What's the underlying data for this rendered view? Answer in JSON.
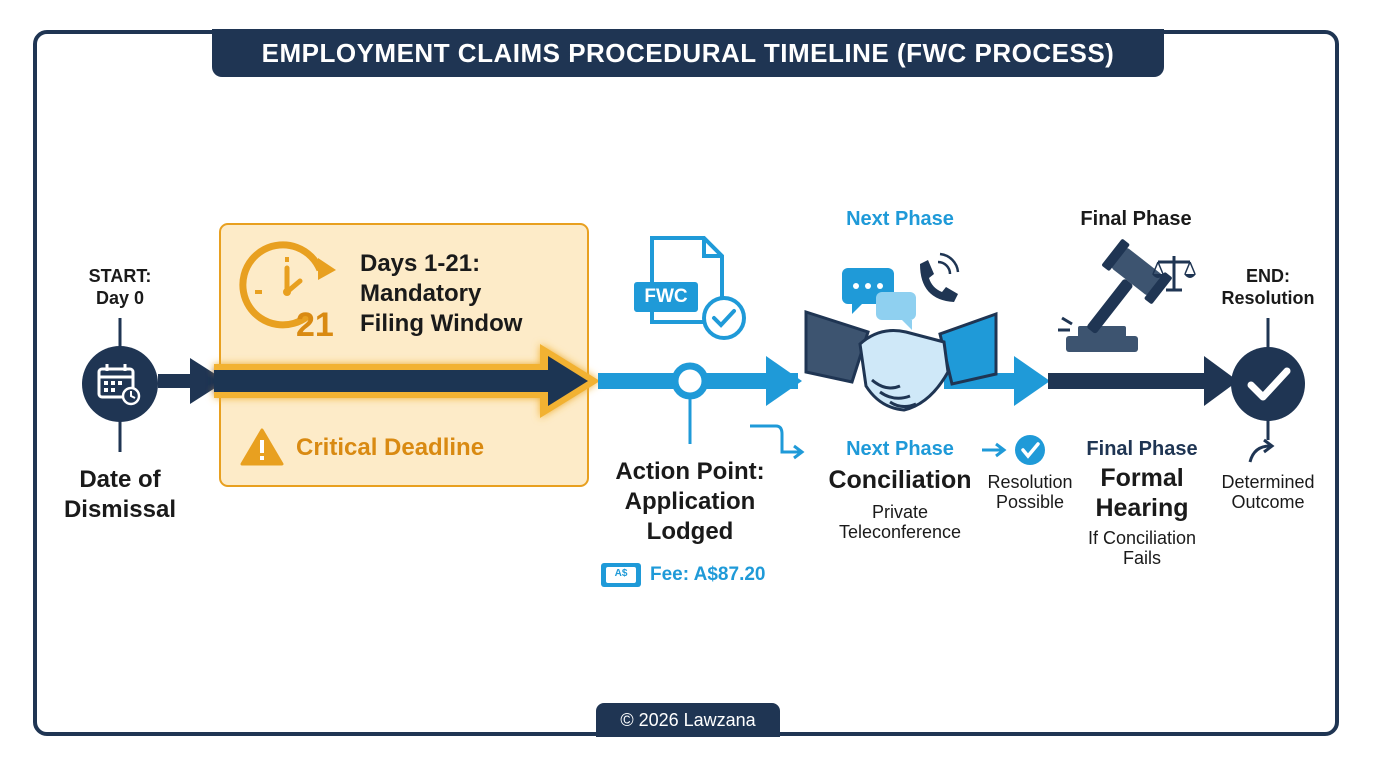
{
  "title": "EMPLOYMENT CLAIMS PROCEDURAL TIMELINE (FWC PROCESS)",
  "footer": "© 2026 Lawzana",
  "start": {
    "label": "START:",
    "day": "Day 0",
    "name_line1": "Date of",
    "name_line2": "Dismissal"
  },
  "window": {
    "line1": "Days 1-21:",
    "line2": "Mandatory",
    "line3": "Filing Window",
    "badge_number": "21",
    "warning": "Critical Deadline"
  },
  "lodged": {
    "doc_label": "FWC",
    "line1": "Action Point:",
    "line2": "Application",
    "line3": "Lodged",
    "fee": "Fee: A$87.20",
    "fee_icon_text": "A$"
  },
  "conciliation": {
    "top_label": "Next Phase",
    "phase_label": "Next Phase",
    "name": "Conciliation",
    "desc_line1": "Private",
    "desc_line2": "Teleconference",
    "result_line1": "Resolution",
    "result_line2": "Possible"
  },
  "hearing": {
    "top_label": "Final Phase",
    "phase_label": "Final Phase",
    "name_line1": "Formal",
    "name_line2": "Hearing",
    "desc_line1": "If Conciliation",
    "desc_line2": "Fails"
  },
  "end": {
    "label": "END:",
    "value": "Resolution",
    "outcome_line1": "Determined",
    "outcome_line2": "Outcome"
  },
  "colors": {
    "navy": "#1f3553",
    "blue": "#1f9ad8",
    "orange": "#e8a020",
    "light_orange": "#fdebc8"
  }
}
